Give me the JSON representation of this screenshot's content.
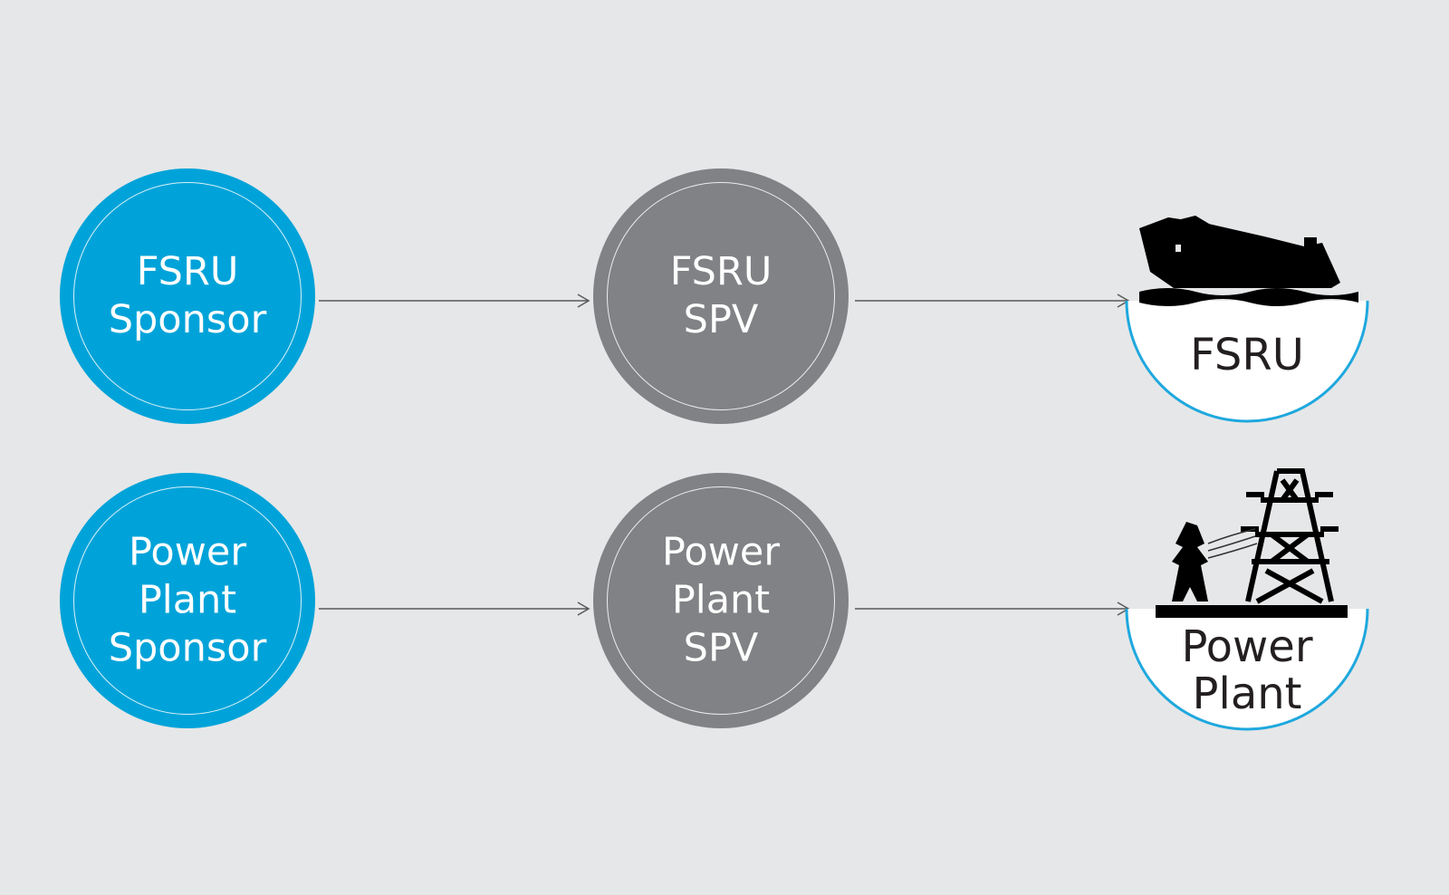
{
  "diagram": {
    "rows": [
      {
        "sponsor": {
          "label": "FSRU\nSponsor",
          "color": "#00a3d9"
        },
        "spv": {
          "label": "FSRU\nSPV",
          "color": "#808285"
        },
        "asset": {
          "label": "FSRU",
          "icon": "ship-icon"
        }
      },
      {
        "sponsor": {
          "label": "Power\nPlant\nSponsor",
          "color": "#00a3d9"
        },
        "spv": {
          "label": "Power\nPlant\nSPV",
          "color": "#808285"
        },
        "asset": {
          "label": "Power\nPlant",
          "icon": "transmission-tower-icon"
        }
      }
    ],
    "background": "#e6e7e8",
    "arrow_color": "#58595b",
    "asset_border_color": "#1ea8de"
  }
}
